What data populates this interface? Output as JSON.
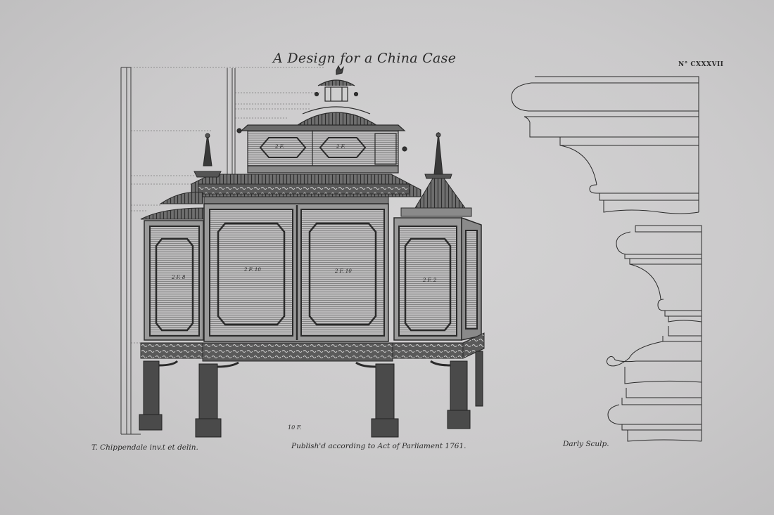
{
  "plate": {
    "title": "A Design for a China Case",
    "plate_number": "N° CXXXVII",
    "inventor_credit": "T. Chippendale inv.t et delin.",
    "publication_line": "Publish'd according to Act of Parliament 1761.",
    "engraver_credit": "Darly Sculp.",
    "scale_label": "10 F."
  },
  "elevation": {
    "upper_panels": [
      {
        "label": "2 F."
      },
      {
        "label": "2 F."
      }
    ],
    "main_panels": [
      {
        "label": "2 F. 8"
      },
      {
        "label": "2 F. 10"
      },
      {
        "label": "2 F. 10"
      },
      {
        "label": "2 F. 2"
      }
    ]
  },
  "profiles": {
    "upper": "cornice-moulding-profile",
    "lower": "base-moulding-profile"
  },
  "colors": {
    "paper": "#c9c8c9",
    "ink": "#2a2a2a"
  }
}
